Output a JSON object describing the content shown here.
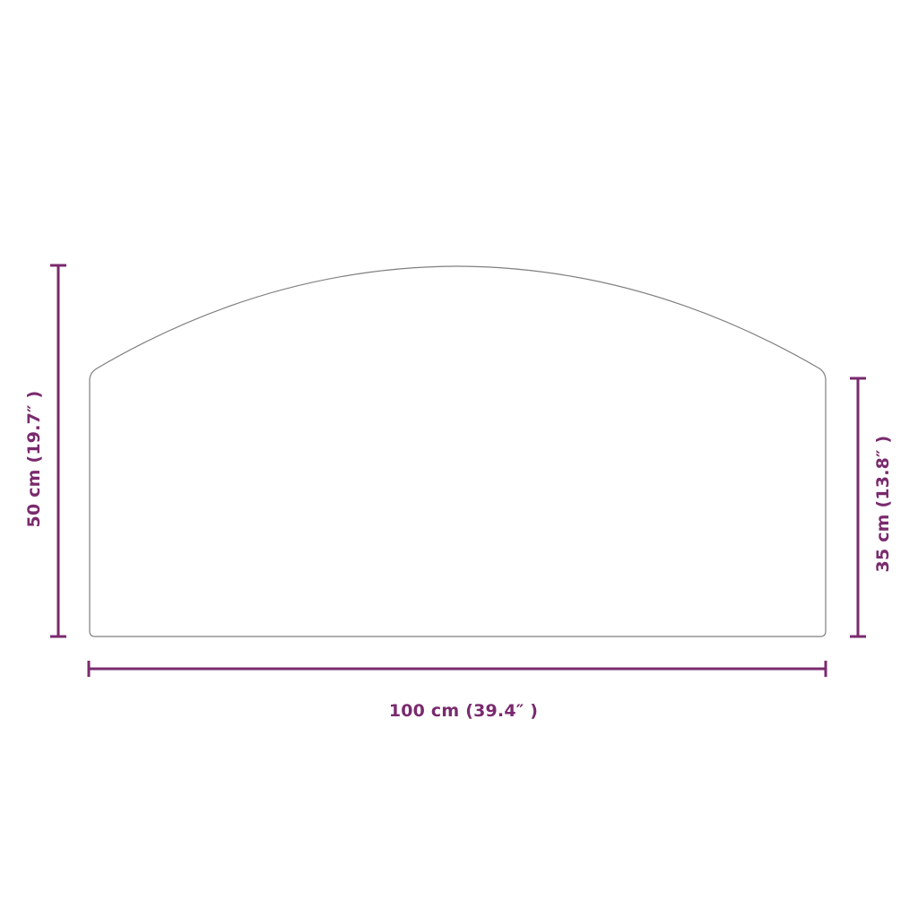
{
  "colors": {
    "dimension": "#7a2a6e",
    "outline": "#7f7f7f",
    "background": "#ffffff"
  },
  "dimensions": {
    "total_height": "50 cm (19.7″ )",
    "side_height": "35 cm (13.8″ )",
    "width": "100 cm (39.4″ )"
  }
}
